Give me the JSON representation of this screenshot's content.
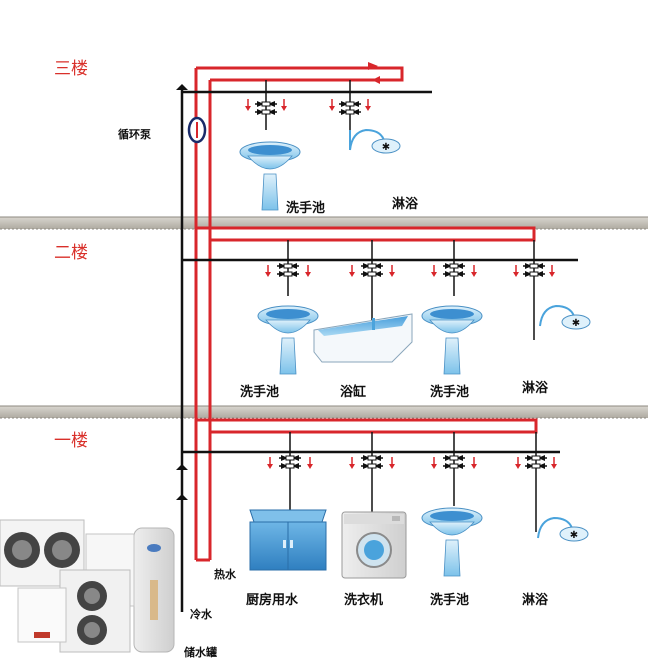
{
  "floors": [
    {
      "label": "三楼"
    },
    {
      "label": "二楼"
    },
    {
      "label": "一楼"
    }
  ],
  "fixtures": {
    "f3_sink": "洗手池",
    "f3_shower": "淋浴",
    "f2_sink1": "洗手池",
    "f2_bathtub": "浴缸",
    "f2_sink2": "洗手池",
    "f2_shower": "淋浴",
    "f1_kitchen": "厨房用水",
    "f1_washer": "洗衣机",
    "f1_sink": "洗手池",
    "f1_shower": "淋浴"
  },
  "labels": {
    "pump": "循环泵",
    "hot_water": "热水",
    "cold_water": "冷水",
    "tank": "储水罐"
  },
  "colors": {
    "hot_pipe": "#d8262b",
    "cold_pipe": "#111111",
    "floor_slab": "#bdbab2",
    "water_blue": "#6ab4e0"
  }
}
